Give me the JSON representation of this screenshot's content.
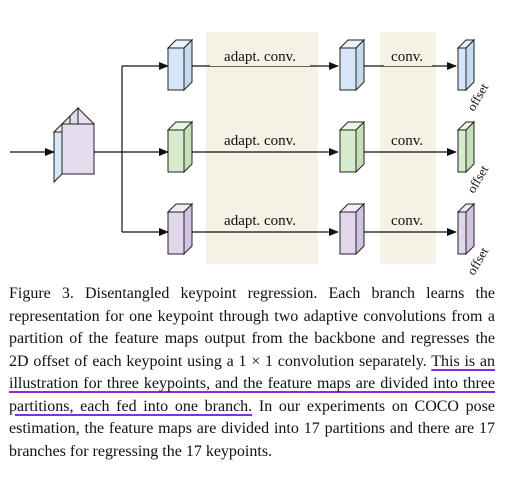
{
  "figure": {
    "branch_label": "adapt. conv.",
    "conv_label": "conv.",
    "offset_label": "offset",
    "colors": {
      "input_stack": [
        "#d6e6f5",
        "#d9ecd0",
        "#e0d8ec",
        "#e8dff0"
      ],
      "branch": [
        "#d6e6f8",
        "#d7eccd",
        "#e2d6ec"
      ],
      "shade": "#f5f1e4"
    }
  },
  "caption": {
    "prefix": "Figure 3. Disentangled keypoint regression.  Each branch learns the representation for one keypoint through two adaptive convolutions from a partition of the feature maps output from the backbone and regresses the 2D offset of each keypoint using a 1 × 1 convolution separately. ",
    "highlight": "This is an illustration for three keypoints, and the feature maps are divided into three partitions, each fed into one branch.",
    "suffix": " In our experiments on COCO pose estimation, the feature maps are divided into 17 partitions and there are 17 branches for regressing the 17 keypoints."
  }
}
